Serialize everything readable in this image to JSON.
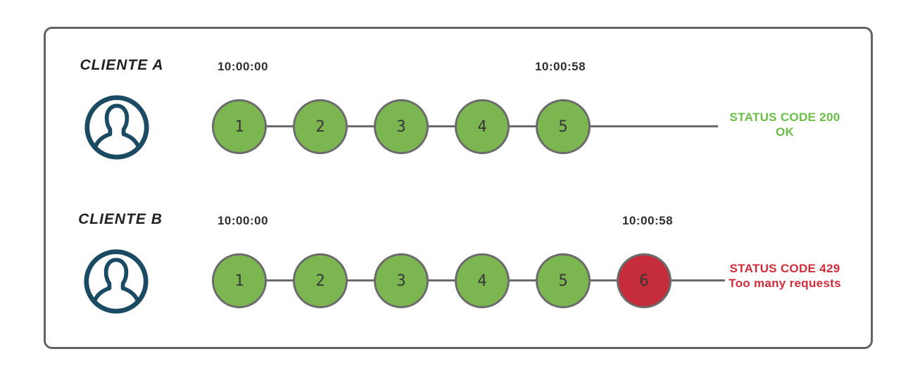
{
  "colors": {
    "frame_border": "#636363",
    "connector": "#6b6b6b",
    "circle_border": "#6b6b6b",
    "request_ok_fill": "#7cb650",
    "request_rejected_fill": "#c52c3c",
    "status_ok_text": "#6abe45",
    "status_error_text": "#d02c3a",
    "avatar_stroke": "#1b4a63",
    "timestamp_text": "#2e2e2e",
    "client_label_text": "#222222",
    "circle_number_text": "#363636"
  },
  "rows": [
    {
      "client_label": "CLIENTE A",
      "avatar_icon": "user-avatar-icon",
      "time_start": "10:00:00",
      "time_end": "10:00:58",
      "requests": [
        {
          "n": "1",
          "state": "ok"
        },
        {
          "n": "2",
          "state": "ok"
        },
        {
          "n": "3",
          "state": "ok"
        },
        {
          "n": "4",
          "state": "ok"
        },
        {
          "n": "5",
          "state": "ok"
        }
      ],
      "status_code": "STATUS CODE 200",
      "status_message": "OK"
    },
    {
      "client_label": "CLIENTE B",
      "avatar_icon": "user-avatar-icon",
      "time_start": "10:00:00",
      "time_end": "10:00:58",
      "requests": [
        {
          "n": "1",
          "state": "ok"
        },
        {
          "n": "2",
          "state": "ok"
        },
        {
          "n": "3",
          "state": "ok"
        },
        {
          "n": "4",
          "state": "ok"
        },
        {
          "n": "5",
          "state": "ok"
        },
        {
          "n": "6",
          "state": "rejected"
        }
      ],
      "status_code": "STATUS CODE 429",
      "status_message": "Too many requests"
    }
  ]
}
